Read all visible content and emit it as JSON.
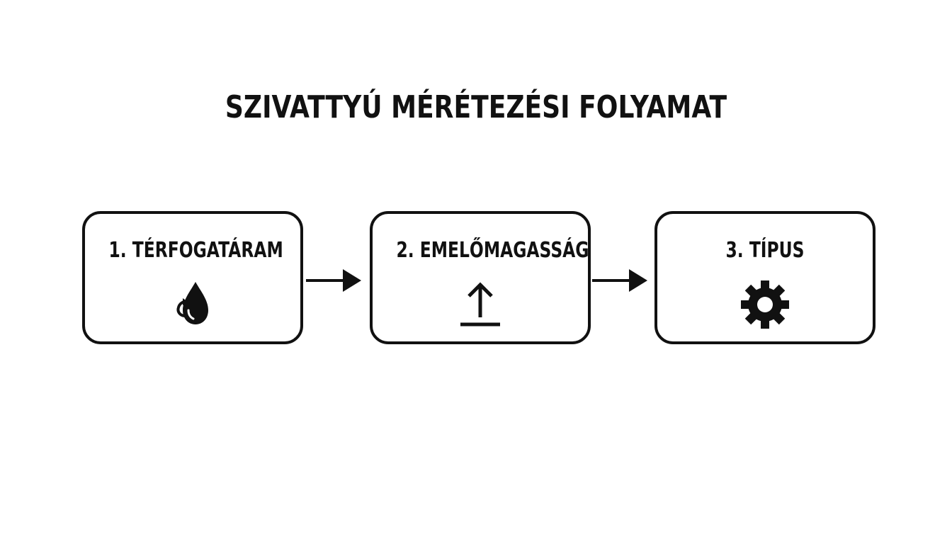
{
  "title": "SZIVATTYÚ MÉRÉTEZÉSI FOLYAMAT",
  "steps": [
    {
      "label": "1. TÉRFOGATÁRAM",
      "icon": "water-drop-icon"
    },
    {
      "label": "2. EMELŐMAGASSÁG",
      "icon": "upload-arrow-icon"
    },
    {
      "label": "3. TÍPUS",
      "icon": "gear-icon"
    }
  ],
  "colors": {
    "stroke": "#111111",
    "background": "#ffffff"
  }
}
